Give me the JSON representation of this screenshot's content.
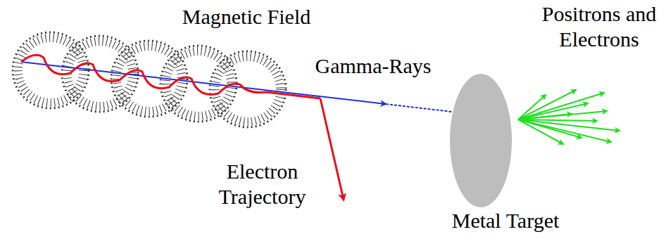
{
  "diagram": {
    "nodes": [
      {
        "text": [
          "Metal Target"
        ]
      }
    ],
    "labels": [
      "Magnetic Field",
      "Gamma-Rays",
      "Electron Trajectory",
      "Positrons and Electrons"
    ]
  }
}
